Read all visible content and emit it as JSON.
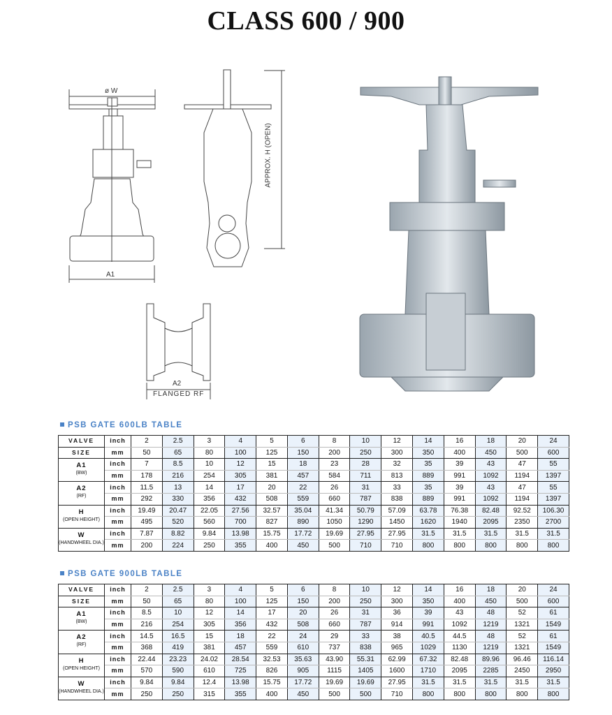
{
  "page": {
    "title": "CLASS 600 / 900"
  },
  "drawing_labels": {
    "w": "ø W",
    "a1": "A1",
    "h": "APPROX. H (OPEN)",
    "a2": "A2",
    "flanged": "FLANGED RF"
  },
  "colors": {
    "accent": "#4a82c6",
    "shade": "#eaf2fb"
  },
  "sizes": {
    "inch": [
      "2",
      "2.5",
      "3",
      "4",
      "5",
      "6",
      "8",
      "10",
      "12",
      "14",
      "16",
      "18",
      "20",
      "24"
    ],
    "mm": [
      "50",
      "65",
      "80",
      "100",
      "125",
      "150",
      "200",
      "250",
      "300",
      "350",
      "400",
      "450",
      "500",
      "600"
    ]
  },
  "tables": [
    {
      "heading": "PSB GATE 600LB TABLE",
      "rows": [
        {
          "label": "VALVE",
          "label2": "SIZE",
          "sub": "",
          "inch": [
            "2",
            "2.5",
            "3",
            "4",
            "5",
            "6",
            "8",
            "10",
            "12",
            "14",
            "16",
            "18",
            "20",
            "24"
          ],
          "mm": [
            "50",
            "65",
            "80",
            "100",
            "125",
            "150",
            "200",
            "250",
            "300",
            "350",
            "400",
            "450",
            "500",
            "600"
          ]
        },
        {
          "label": "A1",
          "sub": "(BW)",
          "inch": [
            "7",
            "8.5",
            "10",
            "12",
            "15",
            "18",
            "23",
            "28",
            "32",
            "35",
            "39",
            "43",
            "47",
            "55"
          ],
          "mm": [
            "178",
            "216",
            "254",
            "305",
            "381",
            "457",
            "584",
            "711",
            "813",
            "889",
            "991",
            "1092",
            "1194",
            "1397"
          ]
        },
        {
          "label": "A2",
          "sub": "(RF)",
          "inch": [
            "11.5",
            "13",
            "14",
            "17",
            "20",
            "22",
            "26",
            "31",
            "33",
            "35",
            "39",
            "43",
            "47",
            "55"
          ],
          "mm": [
            "292",
            "330",
            "356",
            "432",
            "508",
            "559",
            "660",
            "787",
            "838",
            "889",
            "991",
            "1092",
            "1194",
            "1397"
          ]
        },
        {
          "label": "H",
          "sub": "(OPEN HEIGHT)",
          "inch": [
            "19.49",
            "20.47",
            "22.05",
            "27.56",
            "32.57",
            "35.04",
            "41.34",
            "50.79",
            "57.09",
            "63.78",
            "76.38",
            "82.48",
            "92.52",
            "106.30"
          ],
          "mm": [
            "495",
            "520",
            "560",
            "700",
            "827",
            "890",
            "1050",
            "1290",
            "1450",
            "1620",
            "1940",
            "2095",
            "2350",
            "2700"
          ]
        },
        {
          "label": "W",
          "sub": "(HANDWHEEL DIA.)",
          "inch": [
            "7.87",
            "8.82",
            "9.84",
            "13.98",
            "15.75",
            "17.72",
            "19.69",
            "27.95",
            "27.95",
            "31.5",
            "31.5",
            "31.5",
            "31.5",
            "31.5"
          ],
          "mm": [
            "200",
            "224",
            "250",
            "355",
            "400",
            "450",
            "500",
            "710",
            "710",
            "800",
            "800",
            "800",
            "800",
            "800"
          ]
        }
      ]
    },
    {
      "heading": "PSB GATE 900LB TABLE",
      "rows": [
        {
          "label": "VALVE",
          "label2": "SIZE",
          "sub": "",
          "inch": [
            "2",
            "2.5",
            "3",
            "4",
            "5",
            "6",
            "8",
            "10",
            "12",
            "14",
            "16",
            "18",
            "20",
            "24"
          ],
          "mm": [
            "50",
            "65",
            "80",
            "100",
            "125",
            "150",
            "200",
            "250",
            "300",
            "350",
            "400",
            "450",
            "500",
            "600"
          ]
        },
        {
          "label": "A1",
          "sub": "(BW)",
          "inch": [
            "8.5",
            "10",
            "12",
            "14",
            "17",
            "20",
            "26",
            "31",
            "36",
            "39",
            "43",
            "48",
            "52",
            "61"
          ],
          "mm": [
            "216",
            "254",
            "305",
            "356",
            "432",
            "508",
            "660",
            "787",
            "914",
            "991",
            "1092",
            "1219",
            "1321",
            "1549"
          ]
        },
        {
          "label": "A2",
          "sub": "(RF)",
          "inch": [
            "14.5",
            "16.5",
            "15",
            "18",
            "22",
            "24",
            "29",
            "33",
            "38",
            "40.5",
            "44.5",
            "48",
            "52",
            "61"
          ],
          "mm": [
            "368",
            "419",
            "381",
            "457",
            "559",
            "610",
            "737",
            "838",
            "965",
            "1029",
            "1130",
            "1219",
            "1321",
            "1549"
          ]
        },
        {
          "label": "H",
          "sub": "(OPEN HEIGHT)",
          "inch": [
            "22.44",
            "23.23",
            "24.02",
            "28.54",
            "32.53",
            "35.63",
            "43.90",
            "55.31",
            "62.99",
            "67.32",
            "82.48",
            "89.96",
            "96.46",
            "116.14"
          ],
          "mm": [
            "570",
            "590",
            "610",
            "725",
            "826",
            "905",
            "1115",
            "1405",
            "1600",
            "1710",
            "2095",
            "2285",
            "2450",
            "2950"
          ]
        },
        {
          "label": "W",
          "sub": "(HANDWHEEL DIA.)",
          "inch": [
            "9.84",
            "9.84",
            "12.4",
            "13.98",
            "15.75",
            "17.72",
            "19.69",
            "19.69",
            "27.95",
            "31.5",
            "31.5",
            "31.5",
            "31.5",
            "31.5"
          ],
          "mm": [
            "250",
            "250",
            "315",
            "355",
            "400",
            "450",
            "500",
            "500",
            "710",
            "800",
            "800",
            "800",
            "800",
            "800"
          ]
        }
      ]
    }
  ],
  "units": {
    "inch": "inch",
    "mm": "mm"
  }
}
